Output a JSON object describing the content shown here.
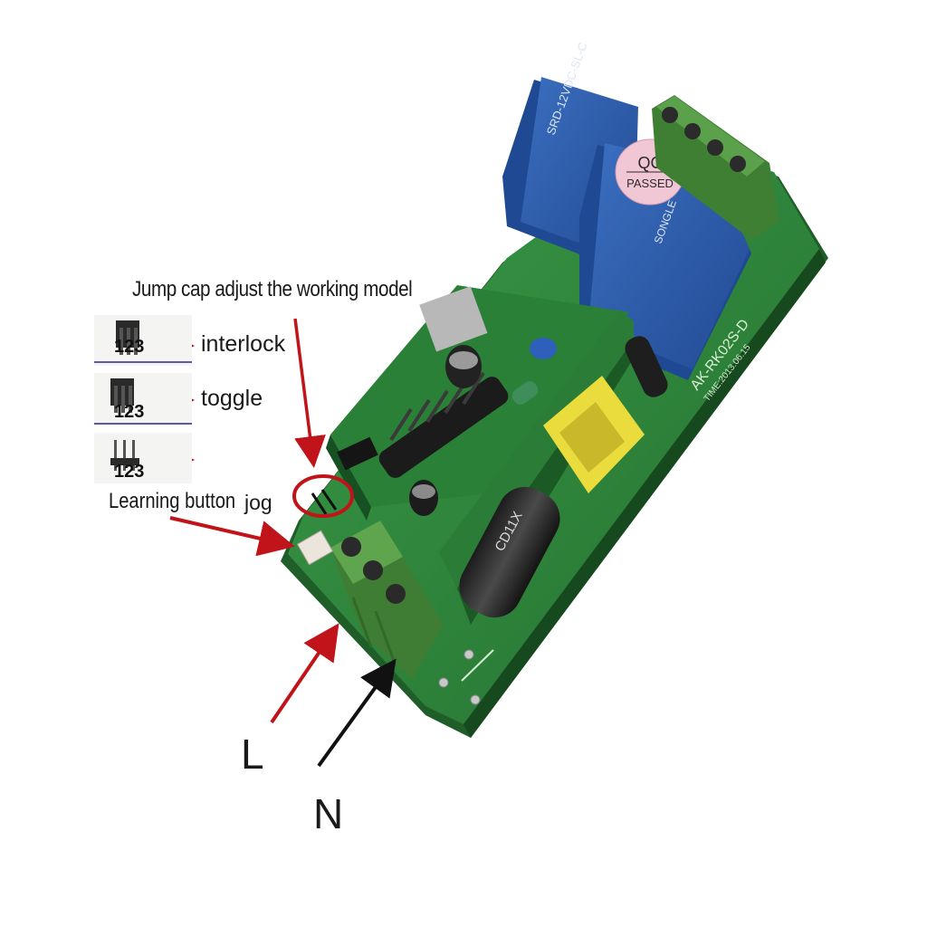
{
  "title_label": "Jump cap adjust the working model",
  "modes": [
    {
      "pins": "123",
      "name": "interlock"
    },
    {
      "pins": "123",
      "name": "toggle"
    },
    {
      "pins": "123",
      "name": ""
    }
  ],
  "learning_label": "Learning button",
  "jog_label": "jog",
  "terminal_L": "L",
  "terminal_N": "N",
  "relay_label": "SRD-12VDC-SL-C",
  "relay_brand": "SONGLE",
  "qc_sticker": {
    "line1": "QC",
    "line2": "PASSED"
  },
  "board_model": "AK-RK02S-D",
  "board_date": "TIME:2013.06.15",
  "capacitor_label": "CD11X",
  "colors": {
    "pcb": "#2f8a3c",
    "relay": "#2f5fae",
    "terminal": "#4f8f3f",
    "arrow_red": "#c0141a",
    "arrow_black": "#111111"
  }
}
